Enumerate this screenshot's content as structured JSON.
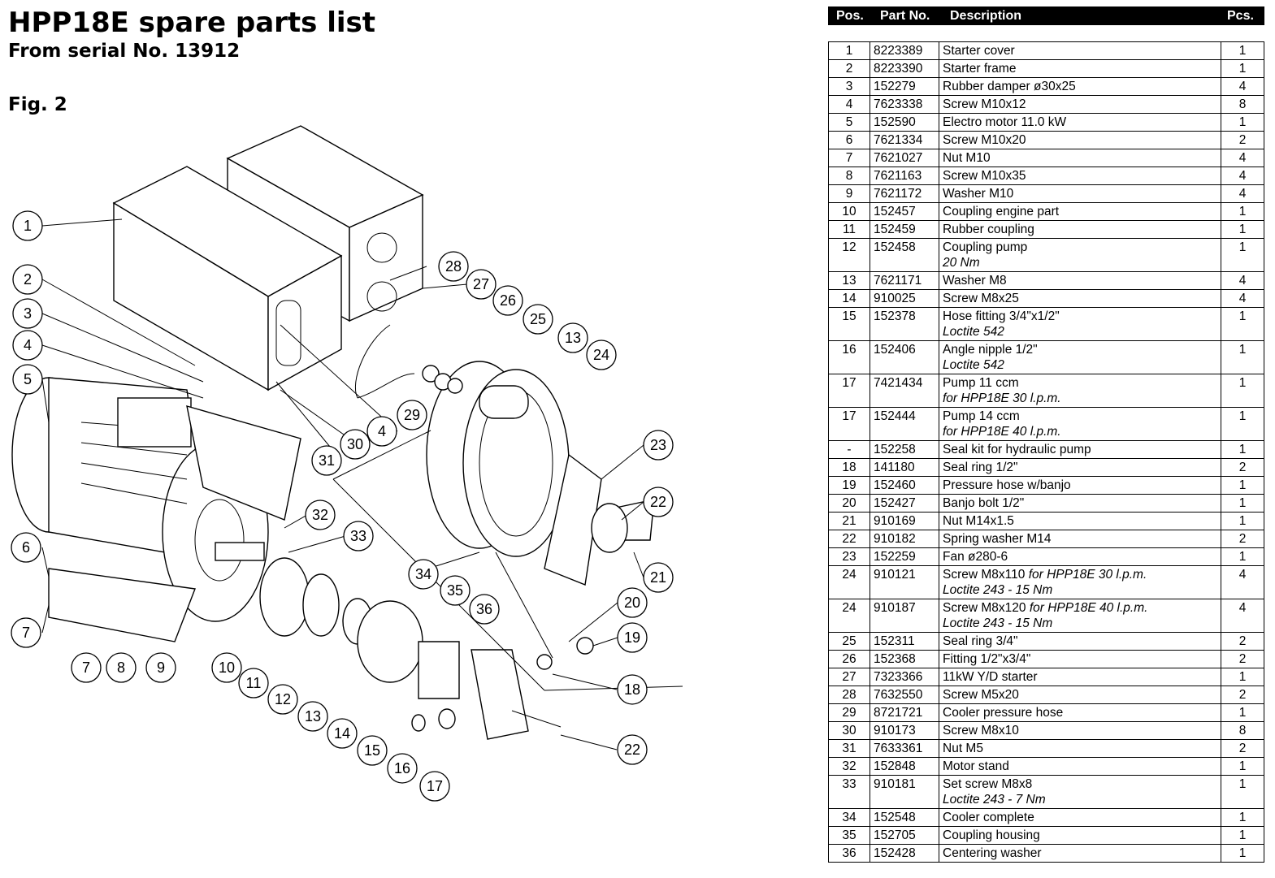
{
  "header": {
    "title": "HPP18E spare parts list",
    "subtitle": "From serial No. 13912",
    "figure": "Fig. 2"
  },
  "table": {
    "columns": {
      "pos": "Pos.",
      "part_no": "Part No.",
      "description": "Description",
      "pcs": "Pcs."
    },
    "rows": [
      {
        "pos": "1",
        "part_no": "8223389",
        "description": "Starter cover",
        "note": "",
        "pcs": "1"
      },
      {
        "pos": "2",
        "part_no": "8223390",
        "description": "Starter frame",
        "note": "",
        "pcs": "1"
      },
      {
        "pos": "3",
        "part_no": "152279",
        "description": "Rubber damper ø30x25",
        "note": "",
        "pcs": "4"
      },
      {
        "pos": "4",
        "part_no": "7623338",
        "description": "Screw M10x12",
        "note": "",
        "pcs": "8"
      },
      {
        "pos": "5",
        "part_no": "152590",
        "description": "Electro motor 11.0 kW",
        "note": "",
        "pcs": "1"
      },
      {
        "pos": "6",
        "part_no": "7621334",
        "description": "Screw M10x20",
        "note": "",
        "pcs": "2"
      },
      {
        "pos": "7",
        "part_no": "7621027",
        "description": "Nut M10",
        "note": "",
        "pcs": "4"
      },
      {
        "pos": "8",
        "part_no": "7621163",
        "description": "Screw  M10x35",
        "note": "",
        "pcs": "4"
      },
      {
        "pos": "9",
        "part_no": "7621172",
        "description": "Washer M10",
        "note": "",
        "pcs": "4"
      },
      {
        "pos": "10",
        "part_no": "152457",
        "description": "Coupling engine part",
        "note": "",
        "pcs": "1"
      },
      {
        "pos": "11",
        "part_no": "152459",
        "description": "Rubber coupling",
        "note": "",
        "pcs": "1"
      },
      {
        "pos": "12",
        "part_no": "152458",
        "description": "Coupling pump",
        "note": "20 Nm",
        "pcs": "1"
      },
      {
        "pos": "13",
        "part_no": "7621171",
        "description": "Washer M8",
        "note": "",
        "pcs": "4"
      },
      {
        "pos": "14",
        "part_no": "910025",
        "description": "Screw M8x25",
        "note": "",
        "pcs": "4"
      },
      {
        "pos": "15",
        "part_no": "152378",
        "description": "Hose fitting 3/4\"x1/2\"",
        "note": "Loctite 542",
        "pcs": "1"
      },
      {
        "pos": "16",
        "part_no": "152406",
        "description": "Angle nipple 1/2\"",
        "note": "Loctite 542",
        "pcs": "1"
      },
      {
        "pos": "17",
        "part_no": "7421434",
        "description": "Pump 11 ccm",
        "note": "for HPP18E 30 l.p.m.",
        "pcs": "1"
      },
      {
        "pos": "17",
        "part_no": "152444",
        "description": "Pump 14 ccm",
        "note": "for HPP18E 40 l.p.m.",
        "pcs": "1"
      },
      {
        "pos": "-",
        "part_no": "152258",
        "description": "Seal kit for hydraulic pump",
        "note": "",
        "pcs": "1"
      },
      {
        "pos": "18",
        "part_no": "141180",
        "description": "Seal ring 1/2\"",
        "note": "",
        "pcs": "2"
      },
      {
        "pos": "19",
        "part_no": "152460",
        "description": "Pressure hose w/banjo",
        "note": "",
        "pcs": "1"
      },
      {
        "pos": "20",
        "part_no": "152427",
        "description": "Banjo bolt 1/2\"",
        "note": "",
        "pcs": "1"
      },
      {
        "pos": "21",
        "part_no": "910169",
        "description": "Nut M14x1.5",
        "note": "",
        "pcs": "1"
      },
      {
        "pos": "22",
        "part_no": "910182",
        "description": "Spring washer M14",
        "note": "",
        "pcs": "2"
      },
      {
        "pos": "23",
        "part_no": "152259",
        "description": "Fan ø280-6",
        "note": "",
        "pcs": "1"
      },
      {
        "pos": "24",
        "part_no": "910121",
        "description": "Screw M8x110",
        "desc_italic": "for HPP18E 30 l.p.m.",
        "note": "Loctite 243 - 15 Nm",
        "pcs": "4"
      },
      {
        "pos": "24",
        "part_no": "910187",
        "description": "Screw M8x120",
        "desc_italic": "for HPP18E 40 l.p.m.",
        "note": "Loctite 243 - 15 Nm",
        "pcs": "4"
      },
      {
        "pos": "25",
        "part_no": "152311",
        "description": "Seal ring 3/4\"",
        "note": "",
        "pcs": "2"
      },
      {
        "pos": "26",
        "part_no": "152368",
        "description": "Fitting 1/2\"x3/4\"",
        "note": "",
        "pcs": "2"
      },
      {
        "pos": "27",
        "part_no": "7323366",
        "description": "11kW Y/D starter",
        "note": "",
        "pcs": "1"
      },
      {
        "pos": "28",
        "part_no": "7632550",
        "description": "Screw M5x20",
        "note": "",
        "pcs": "2"
      },
      {
        "pos": "29",
        "part_no": "8721721",
        "description": "Cooler pressure hose",
        "note": "",
        "pcs": "1"
      },
      {
        "pos": "30",
        "part_no": "910173",
        "description": "Screw M8x10",
        "note": "",
        "pcs": "8"
      },
      {
        "pos": "31",
        "part_no": "7633361",
        "description": "Nut M5",
        "note": "",
        "pcs": "2"
      },
      {
        "pos": "32",
        "part_no": "152848",
        "description": "Motor stand",
        "note": "",
        "pcs": "1"
      },
      {
        "pos": "33",
        "part_no": "910181",
        "description": "Set screw M8x8",
        "note": "Loctite 243 - 7 Nm",
        "pcs": "1"
      },
      {
        "pos": "34",
        "part_no": "152548",
        "description": "Cooler complete",
        "note": "",
        "pcs": "1"
      },
      {
        "pos": "35",
        "part_no": "152705",
        "description": "Coupling housing",
        "note": "",
        "pcs": "1"
      },
      {
        "pos": "36",
        "part_no": "152428",
        "description": "Centering washer",
        "note": "",
        "pcs": "1"
      }
    ]
  },
  "callouts": [
    "1",
    "2",
    "3",
    "4",
    "5",
    "6",
    "7",
    "7",
    "8",
    "9",
    "10",
    "11",
    "12",
    "13",
    "14",
    "15",
    "16",
    "17",
    "18",
    "19",
    "20",
    "21",
    "22",
    "22",
    "23",
    "24",
    "25",
    "26",
    "27",
    "28",
    "29",
    "30",
    "31",
    "32",
    "33",
    "34",
    "35",
    "36",
    "4",
    "13"
  ]
}
